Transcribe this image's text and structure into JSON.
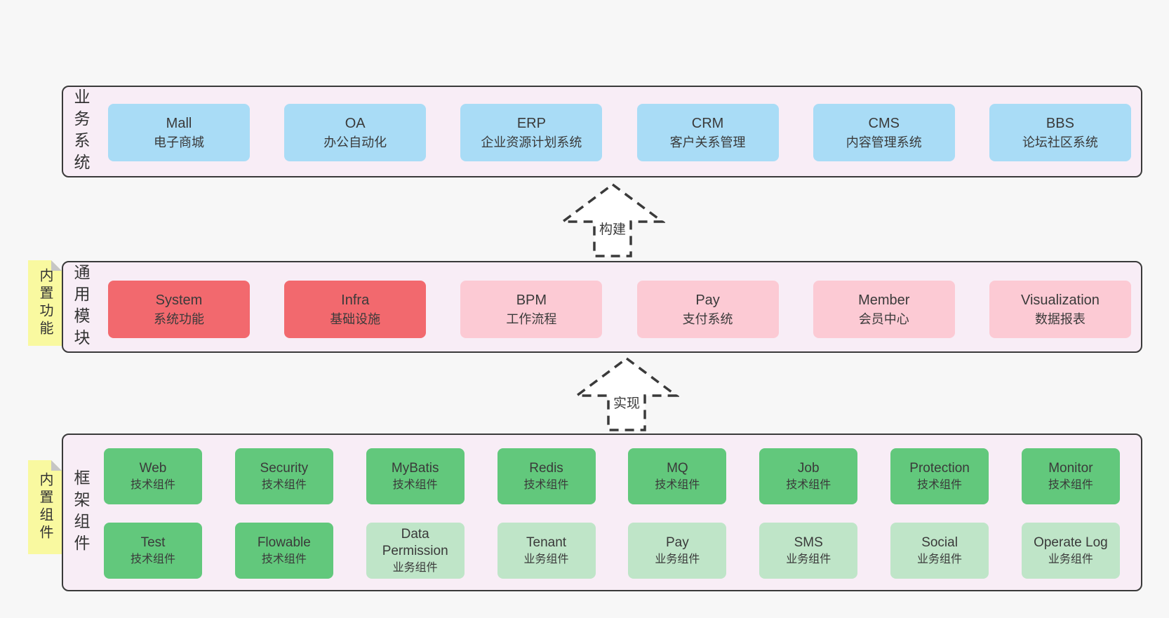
{
  "colors": {
    "background": "#f7f7f7",
    "panel_fill": "#f8edf6",
    "panel_border": "#3a3a3a",
    "blue_box": "#a9dcf6",
    "red_box": "#f2696e",
    "pink_box": "#fccad4",
    "green_dark_box": "#62c87c",
    "green_light_box": "#bfe5c8",
    "sticky_yellow": "#f9f9a0",
    "fold_gray": "#c6c6c6",
    "text": "#3a3a3a"
  },
  "arrows": [
    {
      "label": "构建"
    },
    {
      "label": "实现"
    }
  ],
  "layers": {
    "business": {
      "label": "业务系统",
      "boxes": [
        {
          "name": "Mall",
          "desc": "电子商城"
        },
        {
          "name": "OA",
          "desc": "办公自动化"
        },
        {
          "name": "ERP",
          "desc": "企业资源计划系统"
        },
        {
          "name": "CRM",
          "desc": "客户关系管理"
        },
        {
          "name": "CMS",
          "desc": "内容管理系统"
        },
        {
          "name": "BBS",
          "desc": "论坛社区系统"
        }
      ]
    },
    "modules": {
      "label": "通用模块",
      "sticky": "内置功能",
      "boxes": [
        {
          "name": "System",
          "desc": "系统功能"
        },
        {
          "name": "Infra",
          "desc": "基础设施"
        },
        {
          "name": "BPM",
          "desc": "工作流程"
        },
        {
          "name": "Pay",
          "desc": "支付系统"
        },
        {
          "name": "Member",
          "desc": "会员中心"
        },
        {
          "name": "Visualization",
          "desc": "数据报表"
        }
      ]
    },
    "components": {
      "label": "框架组件",
      "sticky": "内置组件",
      "row1": [
        {
          "name": "Web",
          "desc": "技术组件"
        },
        {
          "name": "Security",
          "desc": "技术组件"
        },
        {
          "name": "MyBatis",
          "desc": "技术组件"
        },
        {
          "name": "Redis",
          "desc": "技术组件"
        },
        {
          "name": "MQ",
          "desc": "技术组件"
        },
        {
          "name": "Job",
          "desc": "技术组件"
        },
        {
          "name": "Protection",
          "desc": "技术组件"
        },
        {
          "name": "Monitor",
          "desc": "技术组件"
        }
      ],
      "row2": [
        {
          "name": "Test",
          "desc": "技术组件"
        },
        {
          "name": "Flowable",
          "desc": "技术组件"
        },
        {
          "name": "Data Permission",
          "desc": "业务组件"
        },
        {
          "name": "Tenant",
          "desc": "业务组件"
        },
        {
          "name": "Pay",
          "desc": "业务组件"
        },
        {
          "name": "SMS",
          "desc": "业务组件"
        },
        {
          "name": "Social",
          "desc": "业务组件"
        },
        {
          "name": "Operate Log",
          "desc": "业务组件"
        }
      ]
    }
  }
}
